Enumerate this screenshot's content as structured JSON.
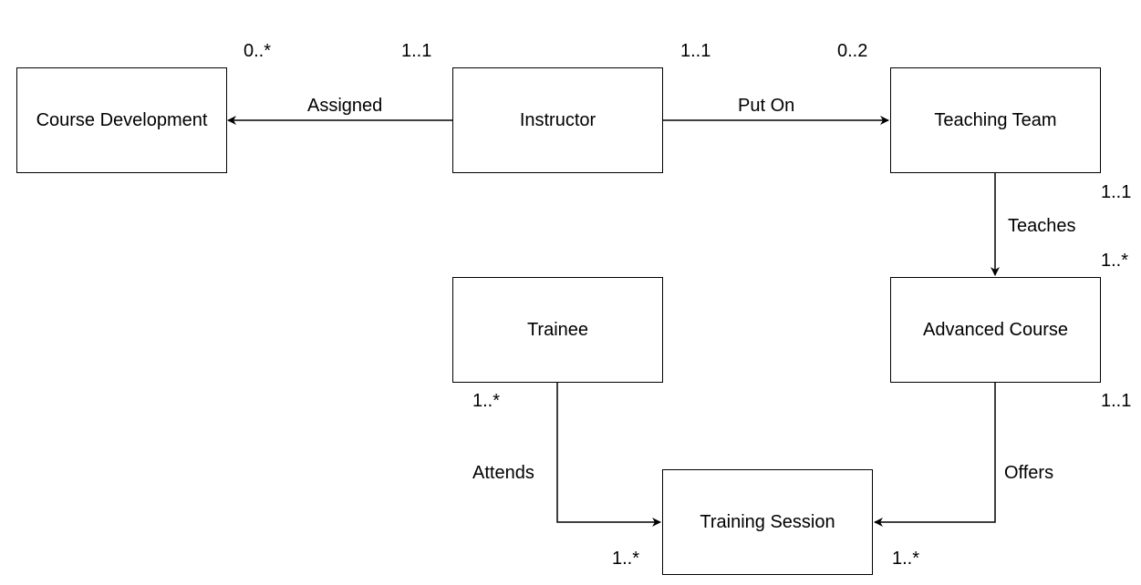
{
  "entities": {
    "course_development": "Course Development",
    "instructor": "Instructor",
    "teaching_team": "Teaching Team",
    "trainee": "Trainee",
    "advanced_course": "Advanced Course",
    "training_session": "Training Session"
  },
  "relationships": {
    "assigned": {
      "label": "Assigned",
      "from": "Instructor",
      "to": "Course Development",
      "multiplicity_target": "0..*",
      "multiplicity_source": "1..1"
    },
    "put_on": {
      "label": "Put On",
      "from": "Instructor",
      "to": "Teaching Team",
      "multiplicity_source": "1..1",
      "multiplicity_target": "0..2"
    },
    "teaches": {
      "label": "Teaches",
      "from": "Teaching Team",
      "to": "Advanced Course",
      "multiplicity_source": "1..1",
      "multiplicity_target": "1..*"
    },
    "attends": {
      "label": "Attends",
      "from": "Trainee",
      "to": "Training Session",
      "multiplicity_source": "1..*",
      "multiplicity_target": "1..*"
    },
    "offers": {
      "label": "Offers",
      "from": "Advanced Course",
      "to": "Training Session",
      "multiplicity_source": "1..1",
      "multiplicity_target": "1..*"
    }
  },
  "colors": {
    "stroke": "#000000",
    "background": "#ffffff",
    "text": "#000000"
  }
}
